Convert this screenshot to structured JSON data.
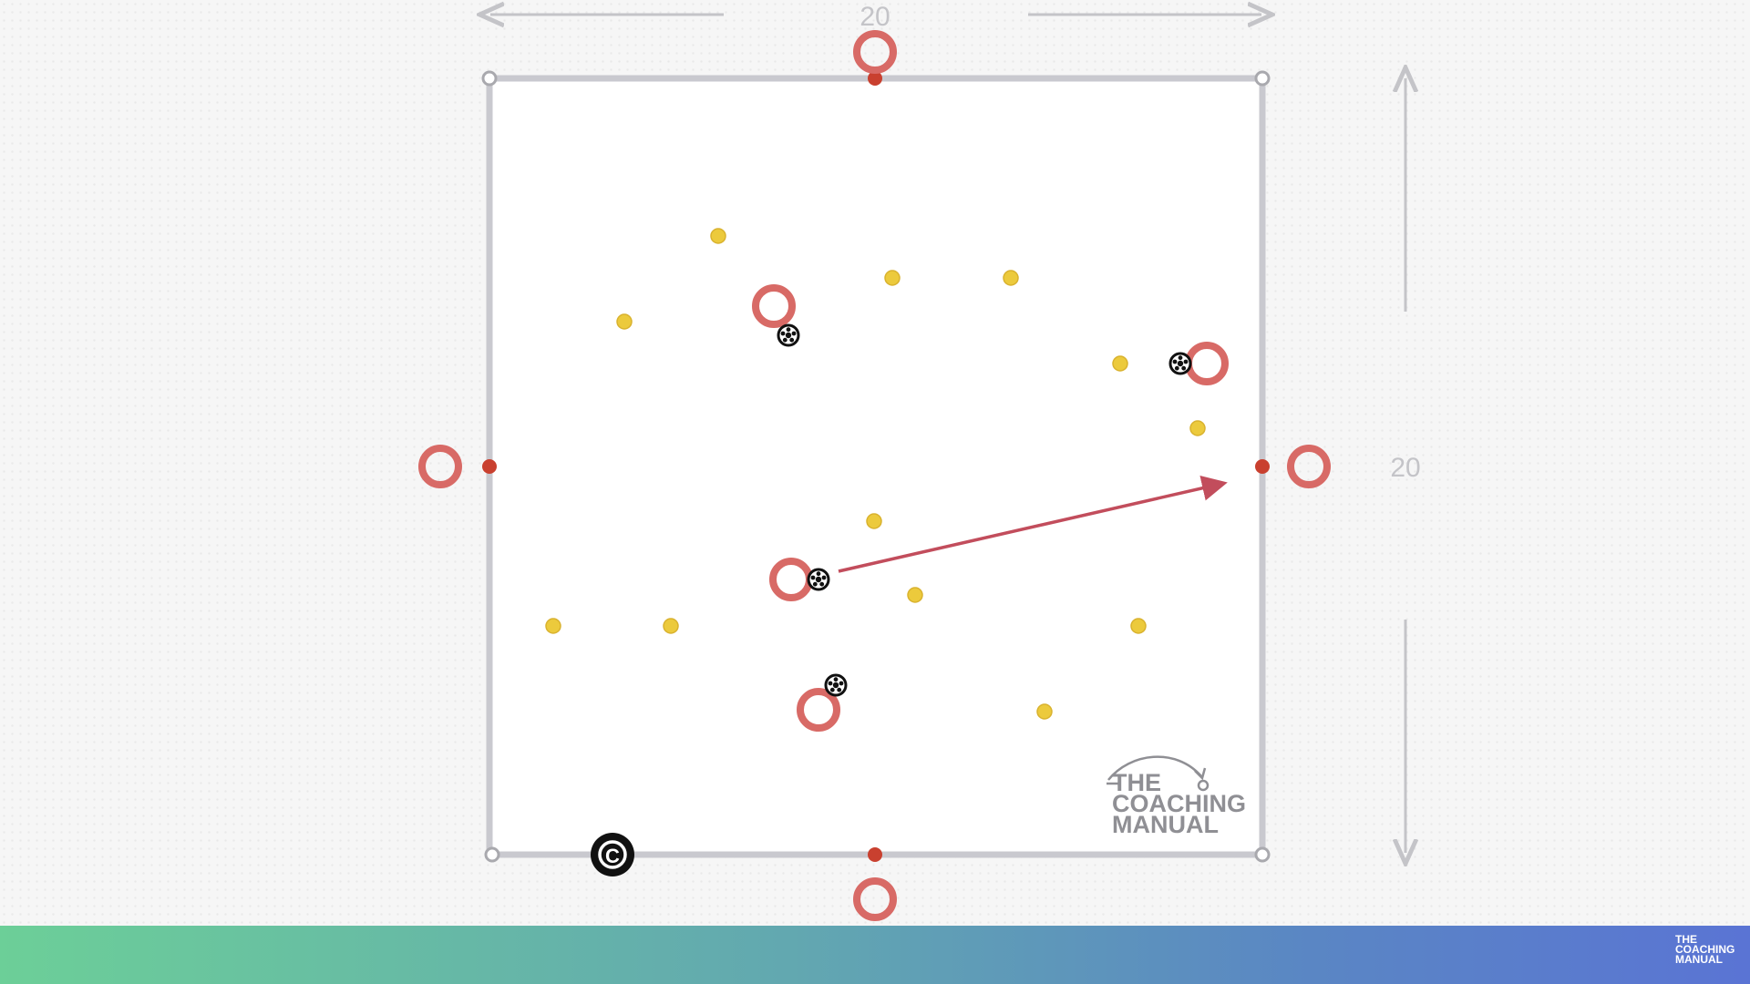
{
  "dimensions": {
    "width_label": "20",
    "height_label": "20"
  },
  "watermark": {
    "line1": "THE",
    "line2": "COACHING",
    "line3": "MANUAL"
  },
  "coach_symbol": "C",
  "footer_logo": {
    "line1": "THE",
    "line2": "COACHING",
    "line3": "MANUAL"
  },
  "colors": {
    "player": "#d86a66",
    "cone_red": "#c9402f",
    "cone_yellow": "#ecca3c",
    "pitch_line": "#c9c9cf",
    "arrow": "#c24d5c"
  },
  "icons": {
    "ball": "soccer-ball-icon",
    "coach": "copyright-c-icon",
    "arrow": "pass-arrow-icon"
  }
}
